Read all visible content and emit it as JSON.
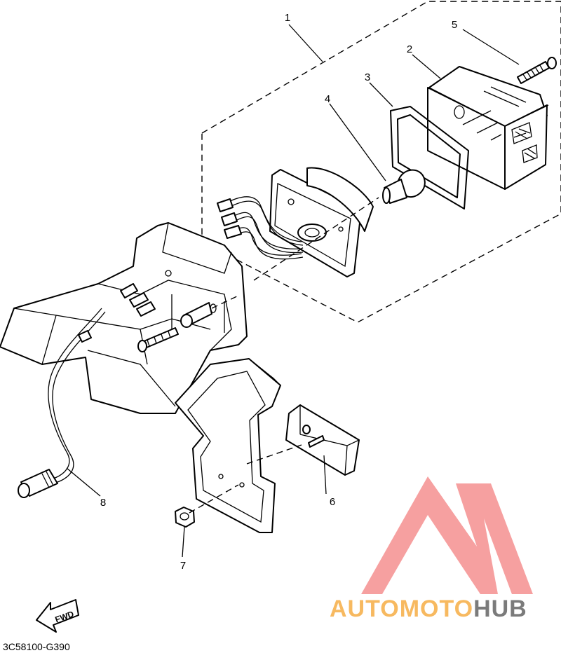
{
  "diagram": {
    "part_labels": [
      "1",
      "2",
      "3",
      "4",
      "5",
      "6",
      "7",
      "8"
    ],
    "direction_label": "FWD",
    "drawing_code": "3C58100-G390"
  },
  "watermark": {
    "brand_light": "AUTOMOTO",
    "brand_dark": "HUB",
    "colors": {
      "logo_red": "#f26b6b",
      "text_orange": "#f7b960",
      "text_gray": "#7b7b7b"
    }
  }
}
